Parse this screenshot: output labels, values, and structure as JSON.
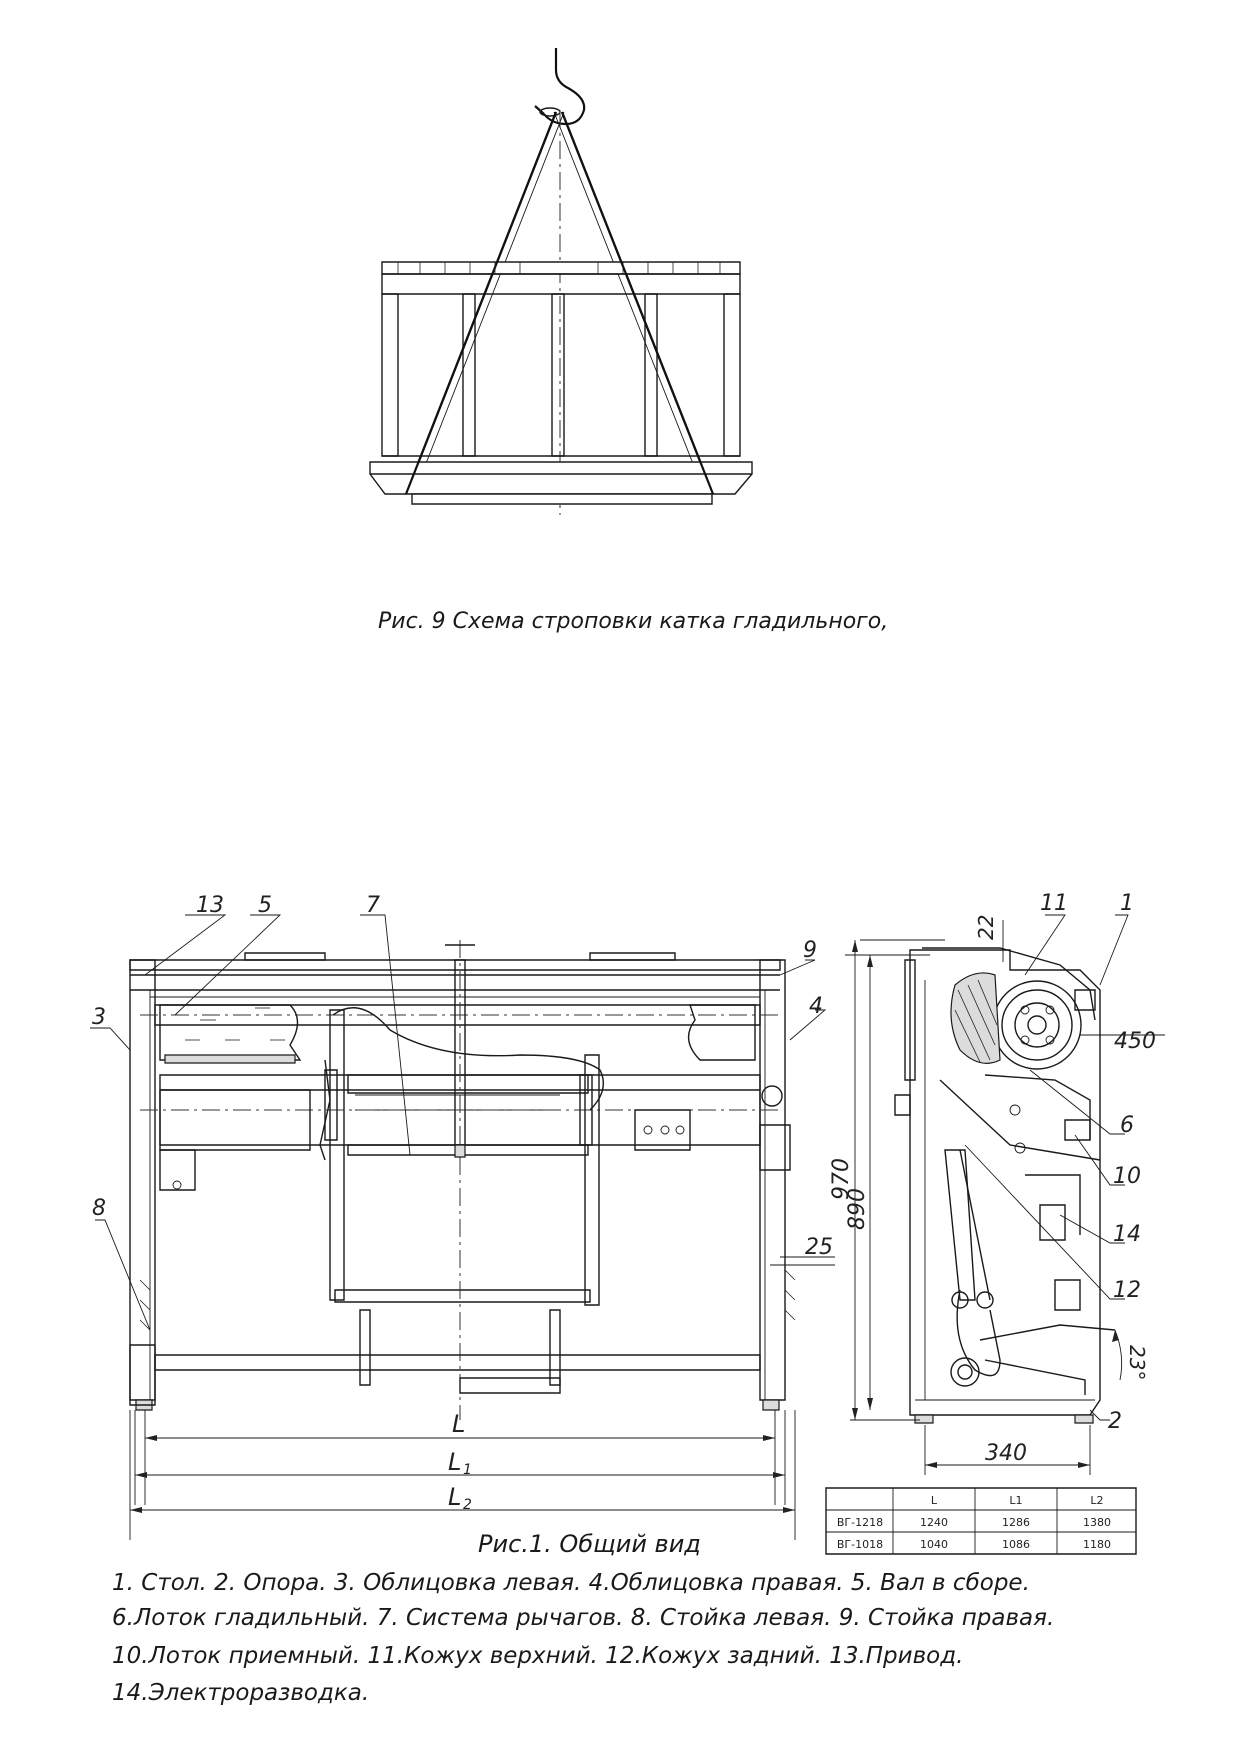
{
  "figure9": {
    "caption": "Рис. 9 Схема строповки катка гладильного,"
  },
  "figure1": {
    "caption": "Рис.1. Общий вид",
    "callouts": {
      "c1": "1",
      "c2": "2",
      "c3": "3",
      "c4": "4",
      "c5": "5",
      "c6": "6",
      "c7": "7",
      "c8": "8",
      "c9": "9",
      "c10": "10",
      "c11": "11",
      "c12": "12",
      "c13": "13",
      "c14": "14"
    },
    "dimensions": {
      "L": "L",
      "L1": "L",
      "L1_sub": "1",
      "L2": "L",
      "L2_sub": "2",
      "d22": "22",
      "d450": "450",
      "d970": "970",
      "d890": "890",
      "d25": "25",
      "d340": "340",
      "angle": "23°"
    },
    "table": {
      "headers": [
        "",
        "L",
        "L1",
        "L2"
      ],
      "rows": [
        [
          "ВГ-1218",
          "1240",
          "1286",
          "1380"
        ],
        [
          "ВГ-1018",
          "1040",
          "1086",
          "1180"
        ]
      ]
    },
    "legend": [
      "1. Стол. 2. Опора. 3. Облицовка левая. 4.Облицовка правая. 5. Вал в сборе.",
      "6.Лоток гладильный. 7. Система рычагов. 8. Стойка левая. 9. Стойка правая.",
      "10.Лоток приемный. 11.Кожух верхний. 12.Кожух задний. 13.Привод.",
      "14.Электроразводка."
    ]
  }
}
